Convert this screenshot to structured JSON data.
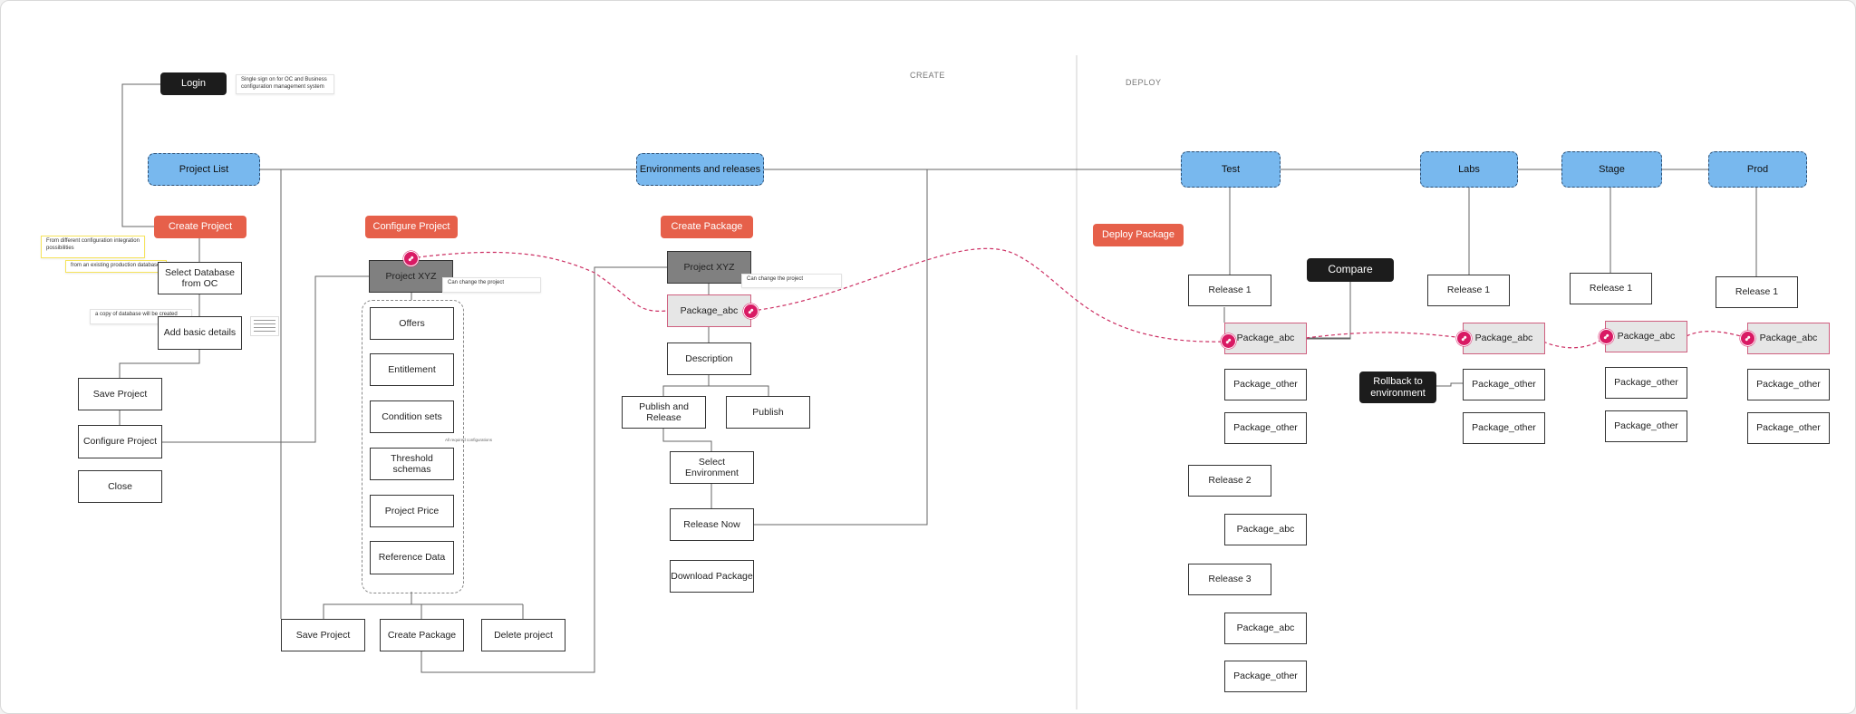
{
  "sections": {
    "create": "CREATE",
    "deploy": "DEPLOY"
  },
  "login": {
    "label": "Login",
    "note": "Single sign on for OC and Business configuration management system"
  },
  "top_row": {
    "project_list": "Project List",
    "environments": "Environments and releases",
    "test": "Test",
    "labs": "Labs",
    "stage": "Stage",
    "prod": "Prod"
  },
  "create_project": {
    "title": "Create Project",
    "note_integration": "From different configuration integration possibilities",
    "note_db": "from an existing production database",
    "select_db": "Select Database from OC",
    "note_copy": "a copy of database will be created",
    "add_details": "Add basic details",
    "save": "Save Project",
    "configure": "Configure Project",
    "close": "Close"
  },
  "configure_project": {
    "title": "Configure Project",
    "project": "Project XYZ",
    "note_change": "Can change the project",
    "items": [
      "Offers",
      "Entitlement",
      "Condition sets",
      "Threshold schemas",
      "Project Price",
      "Reference Data"
    ],
    "group_note": "All required configurations",
    "save": "Save Project",
    "create_package": "Create Package",
    "delete": "Delete project"
  },
  "create_package": {
    "title": "Create Package",
    "project": "Project XYZ",
    "note_change": "Can change the project",
    "package": "Package_abc",
    "description": "Description",
    "publish_release": "Publish and Release",
    "publish": "Publish",
    "select_env": "Select Environment",
    "release_now": "Release Now",
    "download": "Download Package"
  },
  "deploy": {
    "title": "Deploy Package",
    "compare": "Compare",
    "rollback": "Rollback to environment",
    "test": {
      "release1": "Release 1",
      "pkg1": "Package_abc",
      "other1": "Package_other",
      "other2": "Package_other",
      "release2": "Release 2",
      "pkg2": "Package_abc",
      "release3": "Release 3",
      "pkg3": "Package_abc",
      "other3": "Package_other"
    },
    "labs": {
      "release1": "Release 1",
      "pkg": "Package_abc",
      "other1": "Package_other",
      "other2": "Package_other"
    },
    "stage": {
      "release1": "Release 1",
      "pkg": "Package_abc",
      "other1": "Package_other",
      "other2": "Package_other"
    },
    "prod": {
      "release1": "Release 1",
      "pkg": "Package_abc",
      "other1": "Package_other",
      "other2": "Package_other"
    }
  },
  "colors": {
    "accent_red": "#e6604a",
    "env_blue": "#78b8ee",
    "link_pink": "#d91a64",
    "dark": "#1c1c1c"
  }
}
